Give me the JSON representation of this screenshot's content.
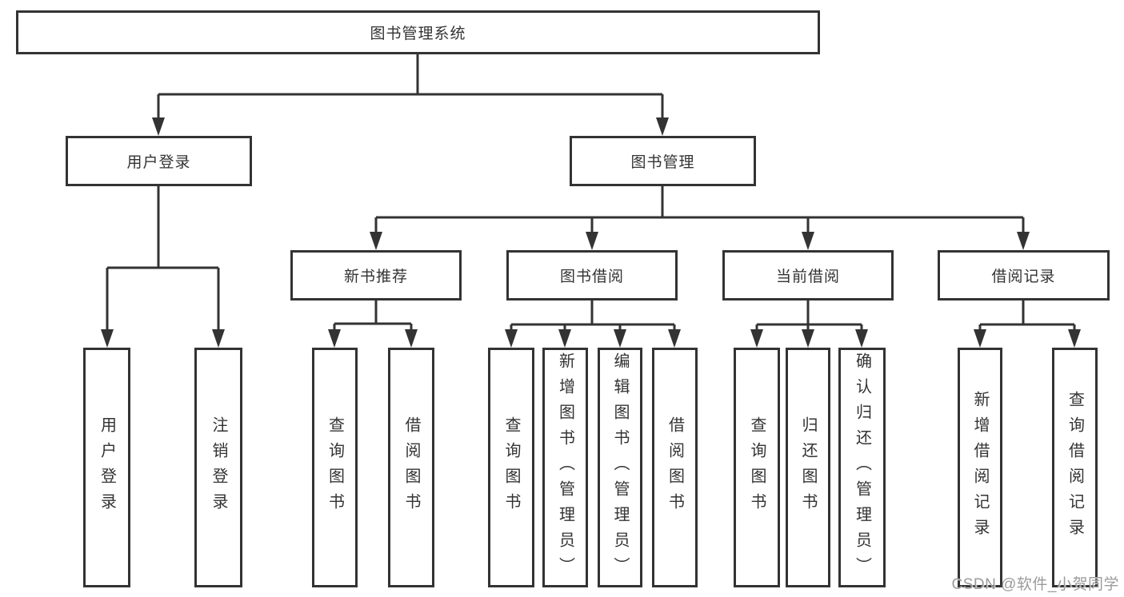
{
  "tree": {
    "root": {
      "label": "图书管理系统",
      "children": [
        {
          "label": "用户登录",
          "children": [
            {
              "label": "用户登录"
            },
            {
              "label": "注销登录"
            }
          ]
        },
        {
          "label": "图书管理",
          "children": [
            {
              "label": "新书推荐",
              "children": [
                {
                  "label": "查询图书"
                },
                {
                  "label": "借阅图书"
                }
              ]
            },
            {
              "label": "图书借阅",
              "children": [
                {
                  "label": "查询图书"
                },
                {
                  "label": "新增图书（管理员）"
                },
                {
                  "label": "编辑图书（管理员）"
                },
                {
                  "label": "借阅图书"
                }
              ]
            },
            {
              "label": "当前借阅",
              "children": [
                {
                  "label": "查询图书"
                },
                {
                  "label": "归还图书"
                },
                {
                  "label": "确认归还（管理员）"
                }
              ]
            },
            {
              "label": "借阅记录",
              "children": [
                {
                  "label": "新增借阅记录"
                },
                {
                  "label": "查询借阅记录"
                }
              ]
            }
          ]
        }
      ]
    }
  },
  "watermark": {
    "text": "CSDN @软件_小贺同学"
  },
  "colors": {
    "line": "#333333",
    "text": "#333333",
    "background": "#ffffff",
    "watermark": "#9b9b9b"
  }
}
